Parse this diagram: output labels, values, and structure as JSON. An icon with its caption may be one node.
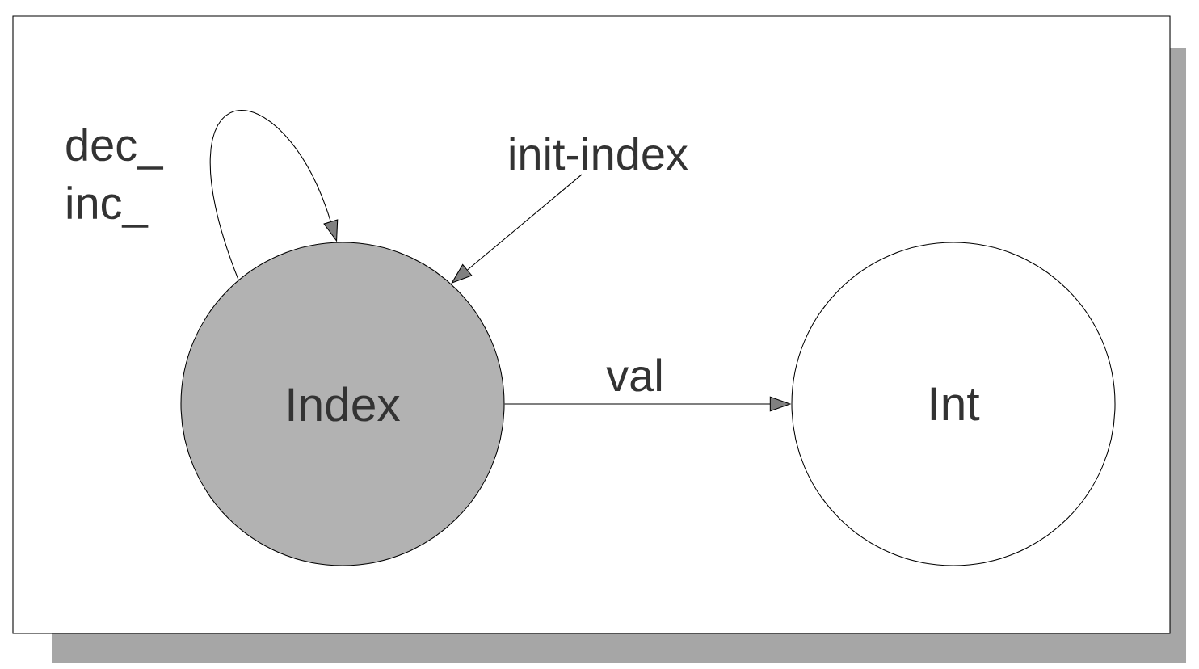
{
  "diagram": {
    "nodes": [
      {
        "text": [
          "Index"
        ]
      },
      {
        "text": [
          "Int"
        ]
      }
    ],
    "edges": [
      {
        "from": 0,
        "to": 0,
        "arrow": "to",
        "label": "dec_ inc_"
      },
      {
        "from": null,
        "to": 0,
        "arrow": "to",
        "label": "init-index"
      },
      {
        "from": 0,
        "to": 1,
        "arrow": "to",
        "label": "val"
      }
    ]
  }
}
